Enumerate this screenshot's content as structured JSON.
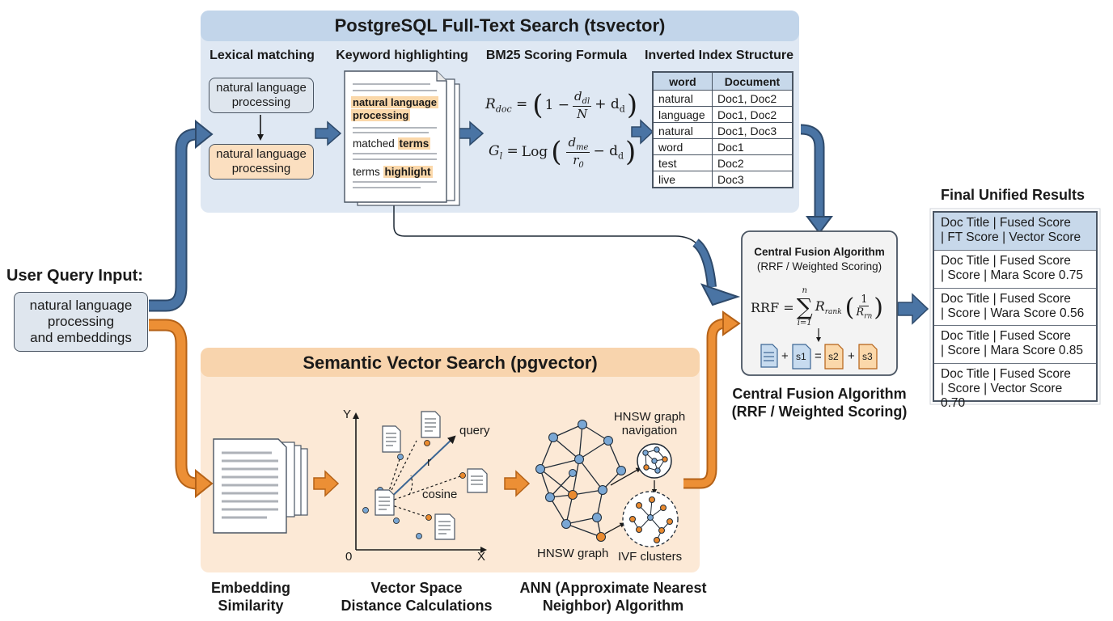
{
  "fts": {
    "title": "PostgreSQL Full-Text Search (tsvector)",
    "col_lexical": "Lexical matching",
    "col_highlight": "Keyword highlighting",
    "col_bm25": "BM25 Scoring Formula",
    "col_index": "Inverted Index Structure",
    "lex_top": "natural language\nprocessing",
    "lex_bottom": "natural language\nprocessing",
    "doc_hl_1": "natural language",
    "doc_hl_2": "processing",
    "doc_matched": "matched",
    "doc_terms": "terms",
    "doc_terms2": "terms",
    "doc_highlight": "highlight",
    "formula1": "R_doc = (1 − d_dl / N + d_d)",
    "formula2": "G_l = Log (d_me / r_0 − d_d)",
    "index_headers": [
      "word",
      "Document"
    ],
    "index_rows": [
      [
        "natural",
        "Doc1, Doc2"
      ],
      [
        "language",
        "Doc1, Doc2"
      ],
      [
        "natural",
        "Doc1, Doc3"
      ],
      [
        "word",
        "Doc1"
      ],
      [
        "test",
        "Doc2"
      ],
      [
        "live",
        "Doc3"
      ]
    ]
  },
  "query": {
    "label": "User Query Input:",
    "text": "natural language\nprocessing\nand embeddings"
  },
  "vector": {
    "title": "Semantic Vector Search (pgvector)",
    "axis_y": "Y",
    "axis_x": "X",
    "axis_origin": "0",
    "label_query": "query",
    "label_r": "r",
    "label_cosine": "cosine",
    "label_hnsw_nav": "HNSW graph\nnavigation",
    "label_hnsw": "HNSW graph",
    "label_ivf": "IVF clusters",
    "caption_embedding": "Embedding\nSimilarity",
    "caption_space": "Vector Space\nDistance Calculations",
    "caption_ann": "ANN (Approximate Nearest\nNeighbor) Algorithm"
  },
  "fusion": {
    "box_title": "Central Fusion Algorithm",
    "box_subtitle": "(RRF / Weighted Scoring)",
    "formula": "RRF = Σ_{i=1}^{n} R_rank (1 / R_rn)",
    "plus1": "+",
    "s1": "s1",
    "eq": "=",
    "s2": "s2",
    "plus2": "+",
    "s3": "s3",
    "caption": "Central Fusion Algorithm\n(RRF / Weighted Scoring)"
  },
  "results": {
    "title": "Final Unified Results",
    "items": [
      "Doc Title | Fused Score\n| FT Score | Vector Score",
      "Doc Title | Fused Score\n| Score | Mara Score 0.75",
      "Doc Title | Fused Score\n| Score | Wara Score 0.56",
      "Doc Title | Fused Score\n| Score | Mara Score 0.85",
      "Doc Title | Fused Score\n| Score | Vector Score 0.70"
    ]
  },
  "colors": {
    "blue_panel": "#dfe8f3",
    "blue_header": "#c2d5ea",
    "orange_panel": "#fce9d6",
    "orange_header": "#f8d4ad",
    "blue_arrow": "#3c6694",
    "orange_arrow": "#ea8a30",
    "node_blue": "#7aa7d4",
    "node_orange": "#e98a2f"
  }
}
